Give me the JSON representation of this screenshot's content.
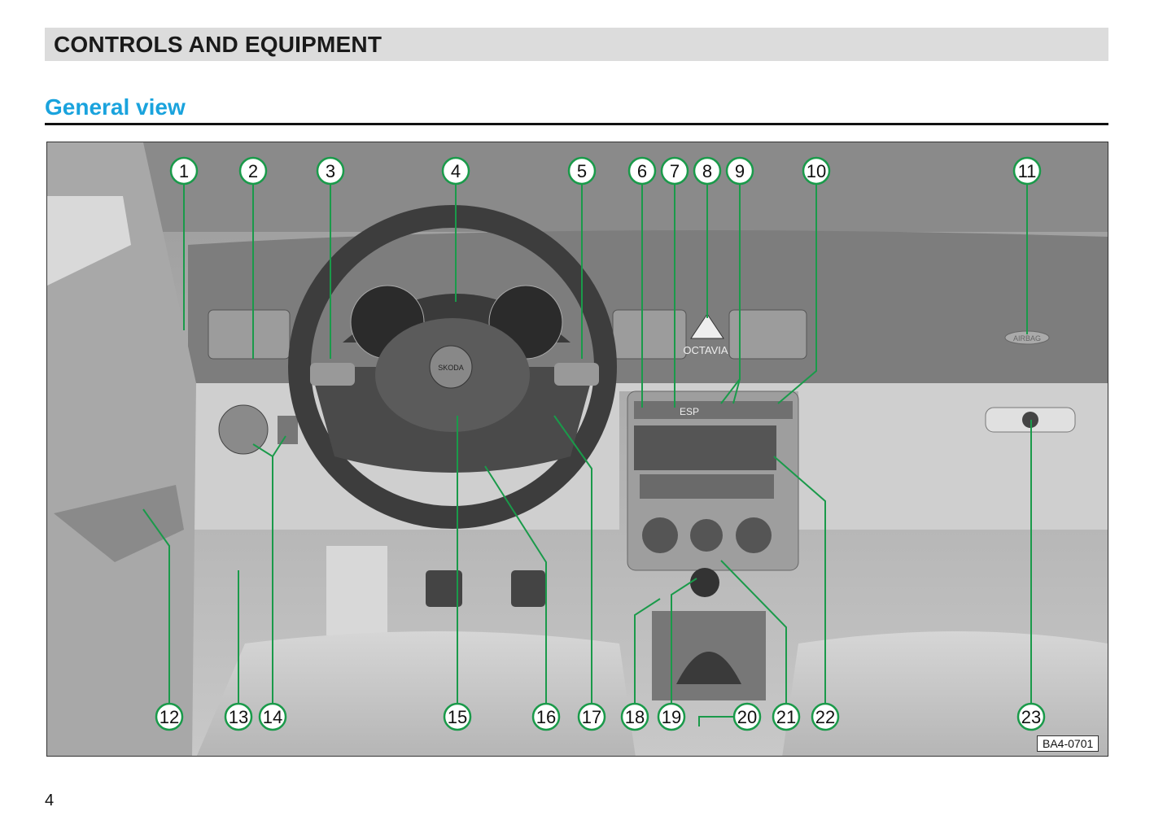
{
  "header": {
    "section_title": "CONTROLS AND EQUIPMENT",
    "subtitle": "General view"
  },
  "figure": {
    "code": "BA4-0701",
    "callouts": [
      "1",
      "2",
      "3",
      "4",
      "5",
      "6",
      "7",
      "8",
      "9",
      "10",
      "11",
      "12",
      "13",
      "14",
      "15",
      "16",
      "17",
      "18",
      "19",
      "20",
      "21",
      "22",
      "23"
    ],
    "illustration_text": {
      "esp": "ESP",
      "octavia": "OCTAVIA",
      "airbag": "AIRBAG",
      "brand": "SKODA"
    },
    "colors": {
      "callout": "#1a9a4a",
      "accent": "#1aa3dd"
    }
  },
  "footer": {
    "page_number": "4"
  }
}
